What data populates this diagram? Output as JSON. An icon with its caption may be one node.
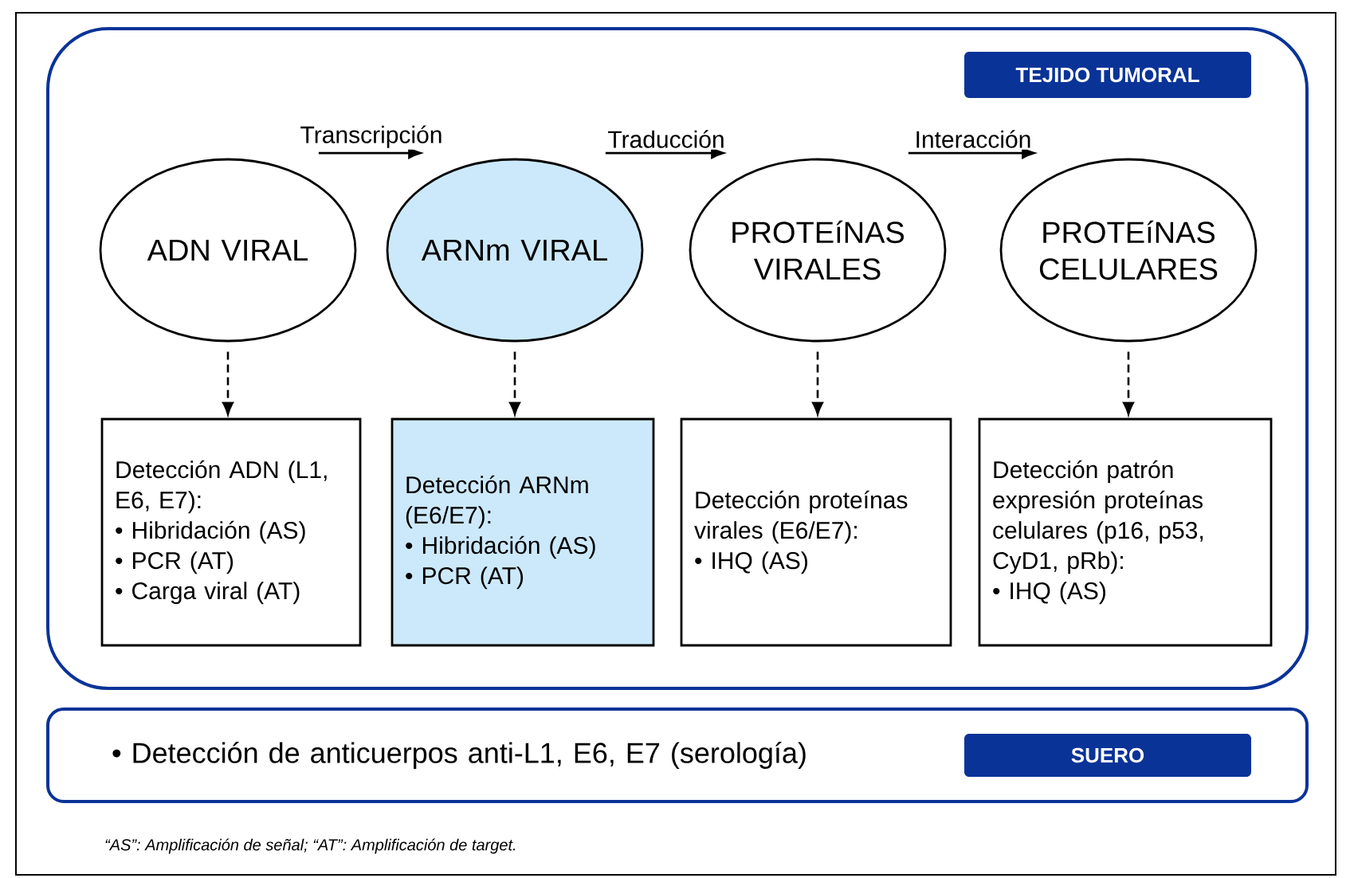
{
  "diagram": {
    "nodes": [
      {
        "text": [],
        "shape": "box"
      },
      {
        "text": [
          "TEJIDO TUMORAL"
        ],
        "in": 0
      },
      {
        "text": [
          "ADN VIRAL"
        ],
        "in": 0
      },
      {
        "text": [
          "ARNm VIRAL"
        ],
        "in": 0
      },
      {
        "text": [
          "PROTEíNAS VIRALES"
        ],
        "in": 0
      },
      {
        "text": [
          "PROTEíNAS CELULARES"
        ],
        "in": 0
      },
      {
        "text": [
          "Detección ADN (L1, E6, E7):",
          "• Hibridación (AS)",
          "• PCR (AT)",
          "• Carga viral (AT)"
        ],
        "in": 0
      },
      {
        "text": [
          "Detección ARNm (E6/E7):",
          "• Hibridación (AS)",
          "• PCR (AT)"
        ],
        "in": 0
      },
      {
        "text": [
          "Detección proteínas virales (E6/E7):",
          "• IHQ (AS)"
        ],
        "in": 0
      },
      {
        "text": [
          "Detección patrón expresión proteínas celulares (p16, p53, CyD1, pRb):",
          "• IHQ (AS)"
        ],
        "in": 0
      },
      {
        "text": [
          "• Detección de anticuerpos anti-L1, E6, E7 (serología)"
        ]
      },
      {
        "text": [
          "SUERO"
        ],
        "in": 10
      }
    ],
    "edges": [
      {
        "from": 2,
        "to": 3,
        "arrow": "to",
        "label": "Transcripción"
      },
      {
        "from": 3,
        "to": 4,
        "arrow": "to",
        "label": "Traducción"
      },
      {
        "from": 4,
        "to": 5,
        "arrow": "to",
        "label": "Interacción"
      },
      {
        "from": 2,
        "to": 6,
        "arrow": "to",
        "style": "dashed"
      },
      {
        "from": 3,
        "to": 7,
        "arrow": "to",
        "style": "dashed"
      },
      {
        "from": 4,
        "to": 8,
        "arrow": "to",
        "style": "dashed"
      },
      {
        "from": 5,
        "to": 9,
        "arrow": "to",
        "style": "dashed"
      }
    ],
    "labels": [
      "“AS”: Amplificación de señal; “AT”: Amplificación de target."
    ]
  }
}
